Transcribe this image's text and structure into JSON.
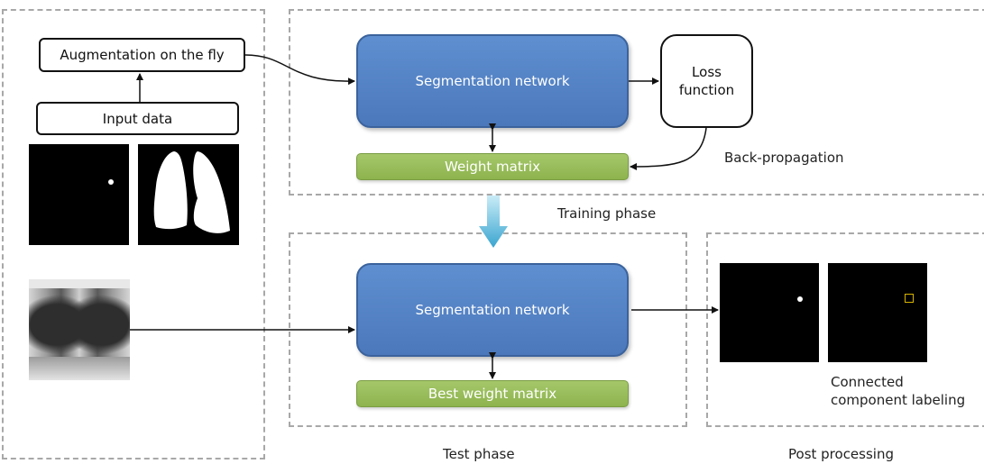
{
  "left_panel": {
    "augmentation_label": "Augmentation on the fly",
    "input_data_label": "Input data"
  },
  "training_phase": {
    "segmentation_label": "Segmentation network",
    "loss_label_line1": "Loss",
    "loss_label_line2": "function",
    "weight_matrix_label": "Weight matrix",
    "backprop_label": "Back-propagation",
    "phase_label": "Training phase"
  },
  "test_phase": {
    "segmentation_label": "Segmentation network",
    "best_weight_label": "Best weight matrix",
    "phase_label": "Test phase"
  },
  "post_processing": {
    "ccl_line1": "Connected",
    "ccl_line2": "component labeling",
    "phase_label": "Post processing"
  },
  "colors": {
    "segmentation_blue": "#4f7fc1",
    "weight_green": "#96bb59",
    "phase_arrow_cyan": "#4ab0d6",
    "ccl_box_yellow": "#d8b400"
  }
}
